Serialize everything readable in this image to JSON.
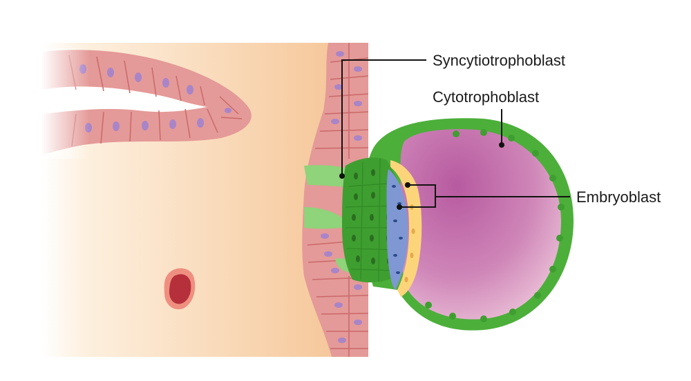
{
  "labels": {
    "syncytiotrophoblast": "Syncytiotrophoblast",
    "cytotrophoblast": "Cytotrophoblast",
    "embryoblast": "Embryoblast"
  },
  "colors": {
    "stroma_light": "#fdf0df",
    "stroma_dark": "#f5c79a",
    "epithelium": "#e49a98",
    "epithelium_line": "#c9686a",
    "cell_nucleus": "#a985c8",
    "trophoblast_green": "#4caf3a",
    "trophoblast_dark": "#2f8a25",
    "syncytio_light": "#8fd37a",
    "blastocoel_pink": "#c86aa8",
    "hypoblast_yellow": "#fcd57a",
    "epiblast_blue": "#7f97d2",
    "vessel_red": "#b5303a"
  },
  "icons": [
    "uterine-gland-icon",
    "blood-vessel-icon",
    "blastocyst-icon"
  ]
}
